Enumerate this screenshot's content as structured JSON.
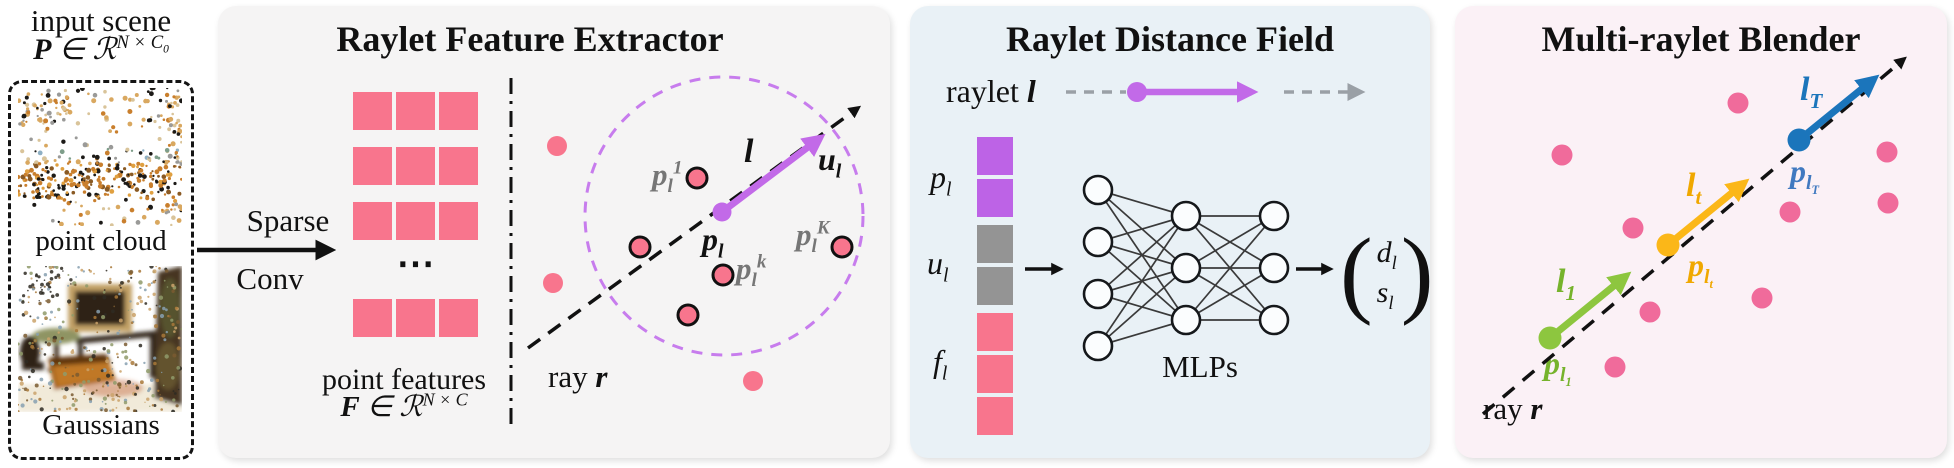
{
  "colors": {
    "pink": "#f8758d",
    "pink_dot_panel3": "#f06b9b",
    "purple": "#c26ae8",
    "purple_square": "#bd63e6",
    "gray_square": "#949494",
    "green": "#8dc63f",
    "yellow": "#fbb718",
    "blue": "#1b75bb",
    "gray_arrow": "#9aa0a6",
    "label_gray": "#767676",
    "panel1_bg": "#f5f4f4",
    "panel2_bg": "#e9f1f6",
    "panel3_bg": "#fbf1f6"
  },
  "input": {
    "title": "input scene",
    "math_symbol": "P",
    "math_rest": "∈ ℛ^{N × C_0}",
    "point_cloud_label": "point cloud",
    "gaussians_label": "Gaussians"
  },
  "panel1": {
    "title": "Raylet Feature Extractor",
    "arrow_label_top": "Sparse",
    "arrow_label_bottom": "Conv",
    "ellipsis": "⋯",
    "features_caption": "point features",
    "features_math_symbol": "F",
    "features_math_rest": "∈ ℛ^{N × C}",
    "grid": {
      "rows": 4,
      "cols": 3
    },
    "raylet_symbol": "l",
    "direction_label": "u_l",
    "center_label": "p_l",
    "neighbor_labels": [
      "p_l^1",
      "p_l^k",
      "p_l^K"
    ],
    "ray_label": "ray",
    "ray_symbol": "r"
  },
  "panel2": {
    "title": "Raylet Distance Field",
    "raylet_label": "raylet",
    "raylet_symbol": "l",
    "stack": {
      "labels": [
        "p_l",
        "u_l",
        "f_l"
      ],
      "segments": [
        {
          "color": "purple",
          "count": 2
        },
        {
          "color": "gray",
          "count": 2
        },
        {
          "color": "pink",
          "count": 3
        }
      ]
    },
    "mlp": {
      "label": "MLPs",
      "layers": [
        4,
        3,
        3
      ]
    },
    "output": {
      "top": "d_l",
      "bottom": "s_l"
    }
  },
  "panel3": {
    "title": "Multi-raylet Blender",
    "ray_label": "ray",
    "ray_symbol": "r",
    "raylets": [
      {
        "arrow": "l_1",
        "point": "p_{l_1}",
        "color": "green"
      },
      {
        "arrow": "l_t",
        "point": "p_{l_t}",
        "color": "yellow"
      },
      {
        "arrow": "l_T",
        "point": "p_{l_T}",
        "color": "blue"
      }
    ]
  }
}
